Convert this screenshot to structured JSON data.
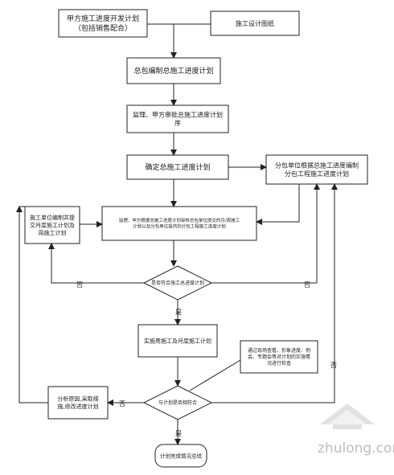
{
  "flowchart": {
    "nodes": {
      "owner_plan": {
        "lines": [
          "甲方施工进度开发计划",
          "（包括销售配合）"
        ]
      },
      "design_drawings": {
        "lines": [
          "施工设计图纸"
        ]
      },
      "gc_prepare": {
        "lines": [
          "总包编制总施工进度计划"
        ]
      },
      "supervision_review": {
        "lines": [
          "监理、甲方审批总施工进度计划",
          "序"
        ]
      },
      "confirm_master": {
        "lines": [
          "确定总施工进度计划"
        ]
      },
      "sub_prepare": {
        "lines": [
          "分包单位根据总施工进度编制",
          "分包工程施工进度计划"
        ]
      },
      "weekly_prepare": {
        "lines": [
          "施工单位编制并提",
          "交月度施工计划及",
          "周施工计划"
        ]
      },
      "joint_review": {
        "lines": [
          "监理、甲方根据总施工进度计划审核总包单位提交的月/周施工",
          "计划以及分包单位提供的分包工程施工进度计划"
        ]
      },
      "decision_meet_plan": {
        "lines": [
          "是否符合施工总进度计划"
        ]
      },
      "implement": {
        "lines": [
          "实施周施工及月度施工计划"
        ]
      },
      "site_check": {
        "lines": [
          "通过现场查看、形象进度、例",
          "会、专题会等对计划的实施情",
          "况进行检查"
        ]
      },
      "decision_match_plan": {
        "lines": [
          "与计划是否相符合"
        ]
      },
      "analyze_adjust": {
        "lines": [
          "分析原因,采取措",
          "施,修改进度计划"
        ]
      },
      "complete": {
        "lines": [
          "计划完成情况总结"
        ]
      }
    },
    "edge_labels": {
      "no_left": "否",
      "no_right": "否",
      "yes_down": "是",
      "no_bottom": "否",
      "yes_final": "是",
      "no_vertical": "否"
    }
  },
  "watermark": {
    "text": "zhulong.com"
  },
  "colors": {
    "line": "#222222",
    "text": "#1a1a1a",
    "watermark": "#bdbdbd"
  }
}
